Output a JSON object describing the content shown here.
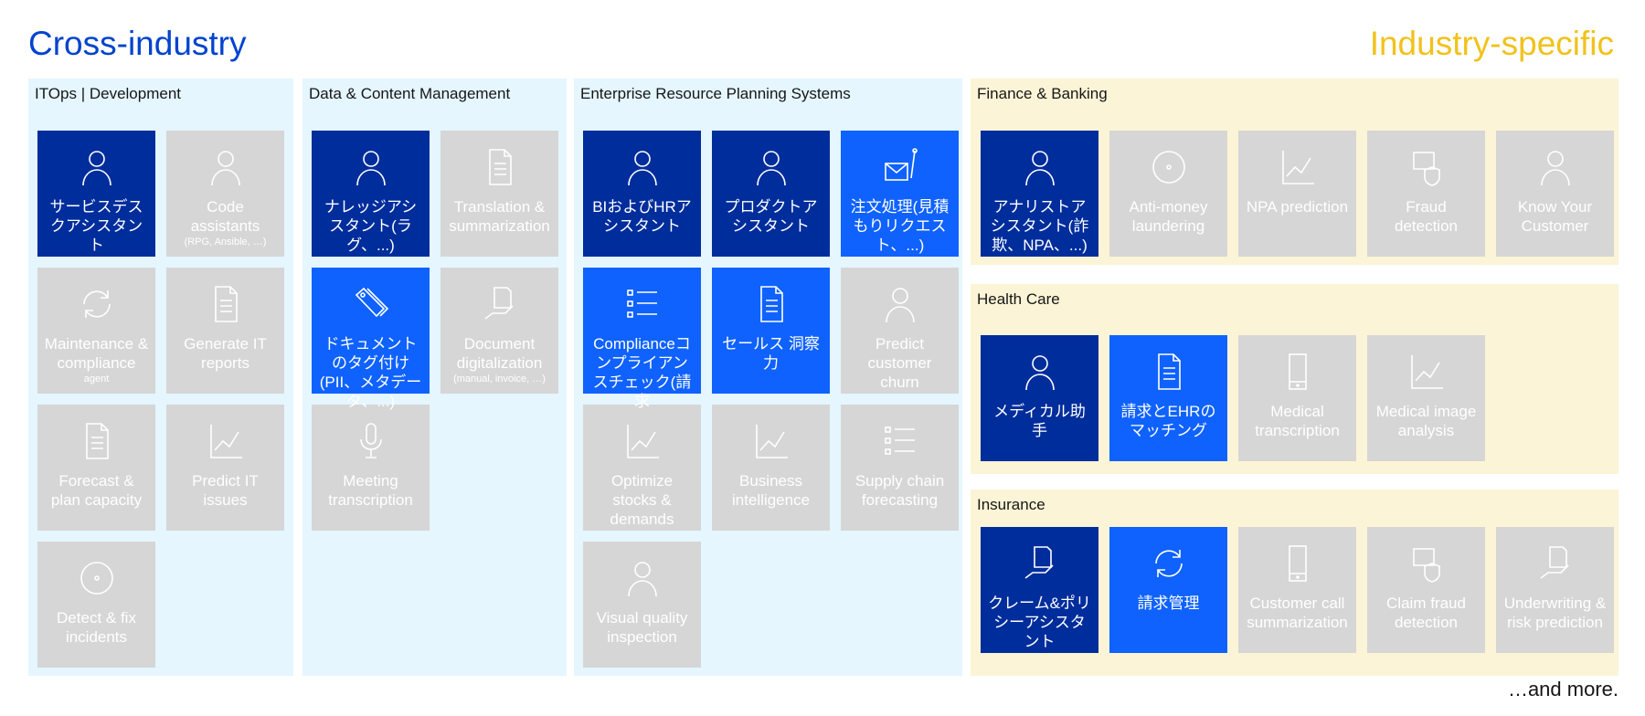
{
  "headings": {
    "cross": "Cross-industry",
    "industry": "Industry-specific"
  },
  "more": "…and more.",
  "colors": {
    "dark": "#002d9c",
    "bright": "#0f62fe",
    "gray": "#d6d6d6",
    "cross_bg": "#e5f6ff",
    "industry_bg": "#fcf4d6",
    "industry_title": "#f1c21b",
    "cross_title": "#0043ce"
  },
  "panels": [
    {
      "id": "itops",
      "title": "ITOps | Development",
      "cols": 2,
      "tiles": [
        {
          "label": "サービスデスクアシスタント",
          "variant": "dark",
          "icon": "headset-person"
        },
        {
          "label": "Code assistants",
          "sub": "(RPG, Ansible, …)",
          "variant": "gray",
          "icon": "code-person"
        },
        {
          "label": "Maintenance & compliance",
          "sub": "agent",
          "variant": "gray",
          "icon": "refresh"
        },
        {
          "label": "Generate IT reports",
          "variant": "gray",
          "icon": "report"
        },
        {
          "label": "Forecast & plan capacity",
          "variant": "gray",
          "icon": "capacity"
        },
        {
          "label": "Predict IT issues",
          "variant": "gray",
          "icon": "predict-chart"
        },
        {
          "label": "Detect & fix incidents",
          "variant": "gray",
          "icon": "radar"
        }
      ]
    },
    {
      "id": "data",
      "title": "Data & Content Management",
      "cols": 2,
      "tiles": [
        {
          "label": "ナレッジアシスタント(ラグ、...)",
          "variant": "dark",
          "icon": "graduate"
        },
        {
          "label": "Translation & summarization",
          "variant": "gray",
          "icon": "translate"
        },
        {
          "label": "ドキュメントのタグ付け(PII、メタデータ、...)",
          "variant": "bright",
          "icon": "tags"
        },
        {
          "label": "Document digitalization",
          "sub": "(manual, invoice, …)",
          "variant": "gray",
          "icon": "document-hand"
        },
        {
          "label": "Meeting transcription",
          "variant": "gray",
          "icon": "microphone"
        }
      ]
    },
    {
      "id": "erp",
      "title": "Enterprise Resource Planning Systems",
      "cols": 3,
      "tiles": [
        {
          "label": "BIおよびHRアシスタント",
          "variant": "dark",
          "icon": "person-dashboard"
        },
        {
          "label": "プロダクトアシスタント",
          "variant": "dark",
          "icon": "product-person"
        },
        {
          "label": "注文処理(見積もりリクエスト、...)",
          "variant": "bright",
          "icon": "envelope-chart"
        },
        {
          "label": "Complianceコンプライアンスチェック(請求",
          "variant": "bright",
          "icon": "checklist"
        },
        {
          "label": "セールス 洞察 力",
          "variant": "bright",
          "icon": "document-arrows"
        },
        {
          "label": "Predict customer churn",
          "variant": "gray",
          "icon": "exit-person"
        },
        {
          "label": "Optimize stocks & demands",
          "variant": "gray",
          "icon": "trend-circle"
        },
        {
          "label": "Business intelligence",
          "variant": "gray",
          "icon": "strategy"
        },
        {
          "label": "Supply chain forecasting",
          "variant": "gray",
          "icon": "conveyor"
        },
        {
          "label": "Visual quality inspection",
          "variant": "gray",
          "icon": "robot"
        }
      ]
    },
    {
      "id": "finance",
      "title": "Finance & Banking",
      "cols": 5,
      "tiles": [
        {
          "label": "アナリストアシスタント(詐欺、NPA、...)",
          "variant": "dark",
          "icon": "analyst"
        },
        {
          "label": "Anti-money laundering",
          "variant": "gray",
          "icon": "washer"
        },
        {
          "label": "NPA prediction",
          "variant": "gray",
          "icon": "line-chart"
        },
        {
          "label": "Fraud detection",
          "variant": "gray",
          "icon": "card-shield"
        },
        {
          "label": "Know Your Customer",
          "variant": "gray",
          "icon": "customer-cycle"
        }
      ]
    },
    {
      "id": "health",
      "title": "Health Care",
      "cols": 5,
      "tiles": [
        {
          "label": "メディカル助手",
          "variant": "dark",
          "icon": "doctor"
        },
        {
          "label": "請求とEHRのマッチング",
          "variant": "bright",
          "icon": "clipboard"
        },
        {
          "label": "Medical transcription",
          "variant": "gray",
          "icon": "phone-medical"
        },
        {
          "label": "Medical image analysis",
          "variant": "gray",
          "icon": "microscope"
        }
      ]
    },
    {
      "id": "insurance",
      "title": "Insurance",
      "cols": 5,
      "tiles": [
        {
          "label": "クレーム&ポリシーアシスタント",
          "variant": "dark",
          "icon": "document-hand"
        },
        {
          "label": "請求管理",
          "variant": "bright",
          "icon": "document-refresh"
        },
        {
          "label": "Customer call summarization",
          "variant": "gray",
          "icon": "mobile"
        },
        {
          "label": "Claim fraud detection",
          "variant": "gray",
          "icon": "document-shield"
        },
        {
          "label": "Underwriting & risk prediction",
          "variant": "gray",
          "icon": "handshake"
        }
      ]
    }
  ]
}
